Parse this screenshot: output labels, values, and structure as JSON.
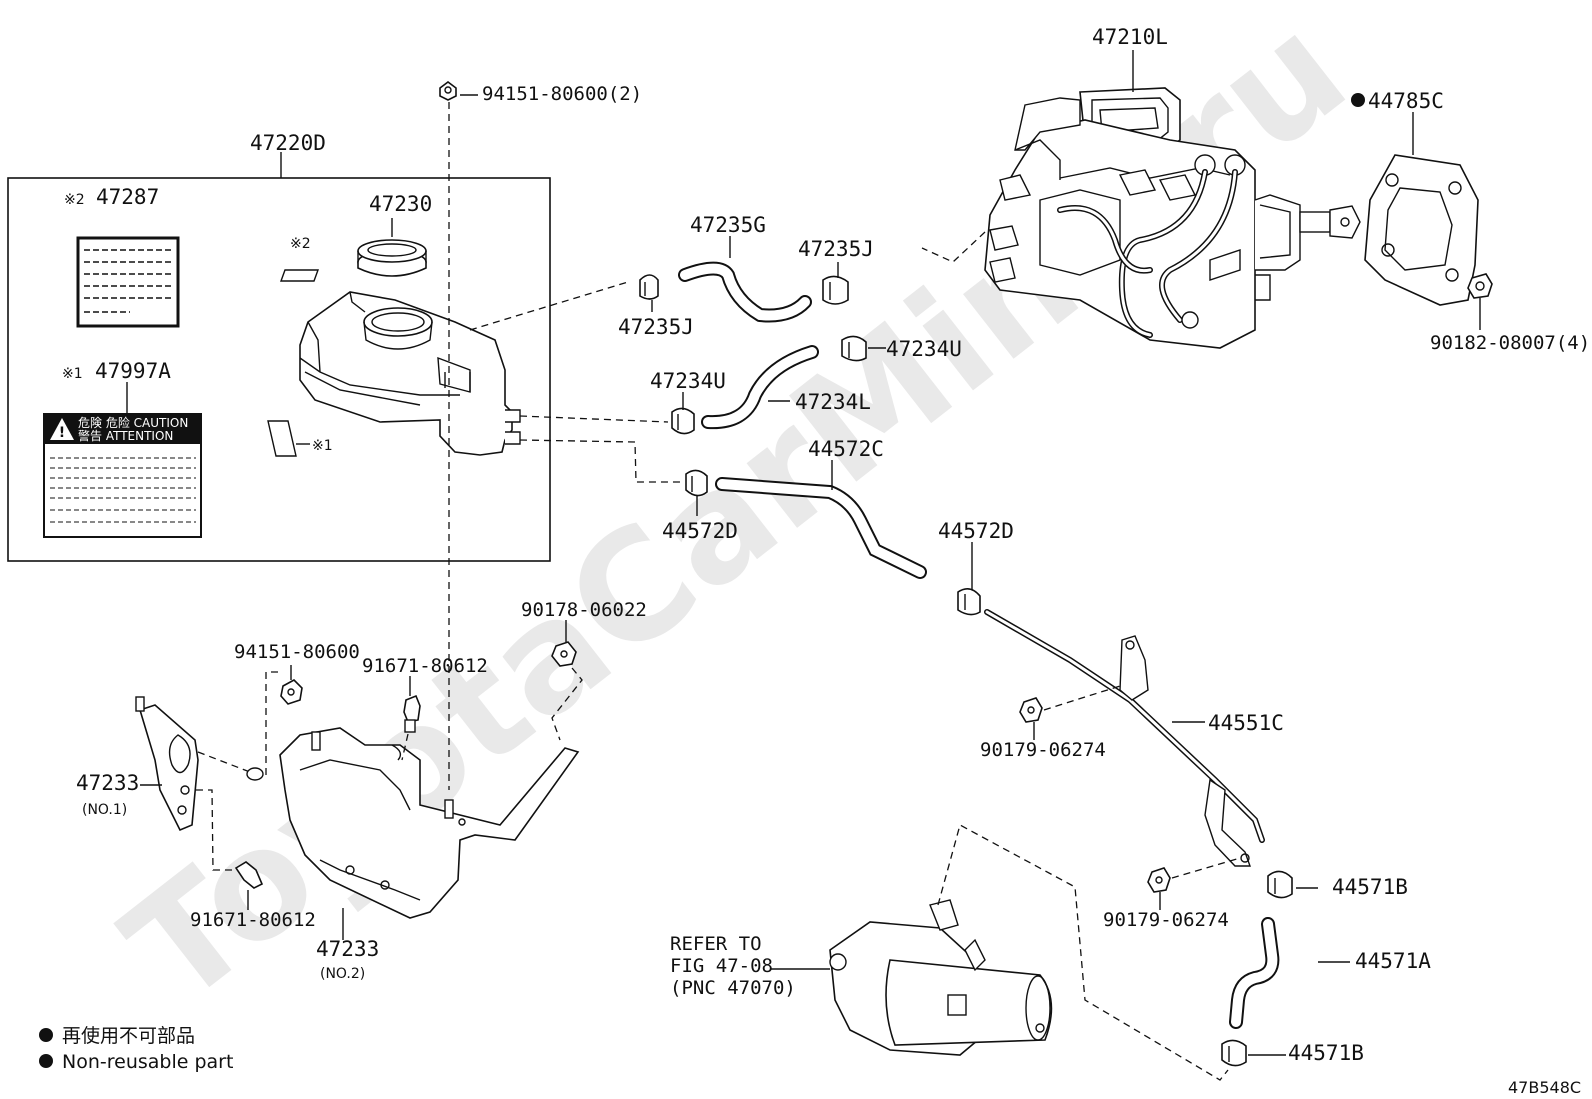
{
  "labels": {
    "p47210L": "47210L",
    "p44785C": "44785C",
    "p90182": "90182-08007(4)",
    "p94151a": "94151-80600(2)",
    "p47220D": "47220D",
    "p47287": "47287",
    "p47287mark": "※2",
    "p47230": "47230",
    "mark2": "※2",
    "p47997A": "47997A",
    "p47997Amark": "※1",
    "mark1": "※1",
    "p47235G": "47235G",
    "p47235Ja": "47235J",
    "p47235Jb": "47235J",
    "p47234Ua": "47234U",
    "p47234Ub": "47234U",
    "p47234L": "47234L",
    "p44572C": "44572C",
    "p44572Da": "44572D",
    "p44572Db": "44572D",
    "p90178": "90178-06022",
    "p94151b": "94151-80600",
    "p91671a": "91671-80612",
    "p91671b": "91671-80612",
    "p47233a": "47233",
    "p47233a_sub": "(NO.1)",
    "p47233b": "47233",
    "p47233b_sub": "(NO.2)",
    "p44551C": "44551C",
    "p90179a": "90179-06274",
    "p90179b": "90179-06274",
    "p44571Ba": "44571B",
    "p44571A": "44571A",
    "p44571Bb": "44571B",
    "refer1": "REFER TO",
    "refer2": "FIG 47-08",
    "refer3": "(PNC 47070)",
    "code": "47B548C"
  },
  "caution_label": {
    "line1": "危険 危险 CAUTION",
    "line2": "警告    ATTENTION"
  },
  "legend": {
    "jp": "再使用不可部品",
    "en": "Non-reusable part"
  },
  "watermark": "ToyotaCarMine.ru"
}
